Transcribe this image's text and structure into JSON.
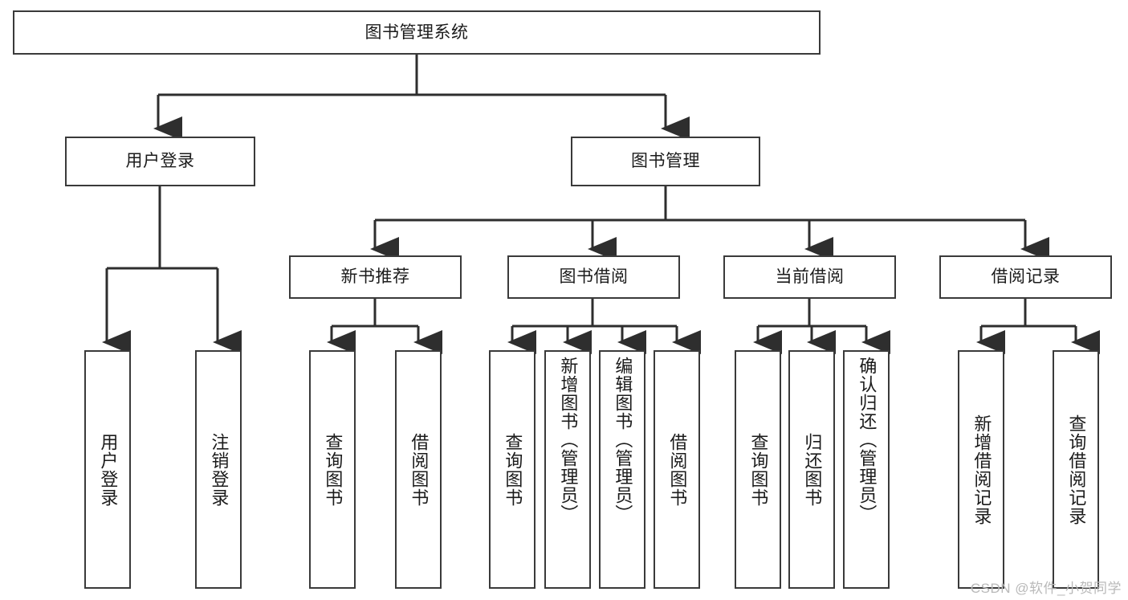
{
  "diagram": {
    "title": "图书管理系统",
    "type": "functional-structure-tree",
    "root": {
      "label": "图书管理系统"
    },
    "level2": [
      {
        "label": "用户登录"
      },
      {
        "label": "图书管理"
      }
    ],
    "level3": [
      {
        "label": "新书推荐"
      },
      {
        "label": "图书借阅"
      },
      {
        "label": "当前借阅"
      },
      {
        "label": "借阅记录"
      }
    ],
    "leaves": {
      "user_login": [
        {
          "label": "用户登录"
        },
        {
          "label": "注销登录"
        }
      ],
      "new_book_recommend": [
        {
          "label": "查询图书"
        },
        {
          "label": "借阅图书"
        }
      ],
      "book_borrow": [
        {
          "label": "查询图书"
        },
        {
          "label": "新增图书（管理员）"
        },
        {
          "label": "编辑图书（管理员）"
        },
        {
          "label": "借阅图书"
        }
      ],
      "current_borrow": [
        {
          "label": "查询图书"
        },
        {
          "label": "归还图书"
        },
        {
          "label": "确认归还（管理员）"
        }
      ],
      "borrow_record": [
        {
          "label": "新增借阅记录"
        },
        {
          "label": "查询借阅记录"
        }
      ]
    }
  },
  "watermark": {
    "text": "CSDN @软件_小贺同学"
  },
  "colors": {
    "box_border": "#3a3a3a",
    "box_fill": "#ffffff",
    "edge": "#2e2e2e",
    "text": "#1b1b1b",
    "watermark": "#b9b9b9"
  }
}
